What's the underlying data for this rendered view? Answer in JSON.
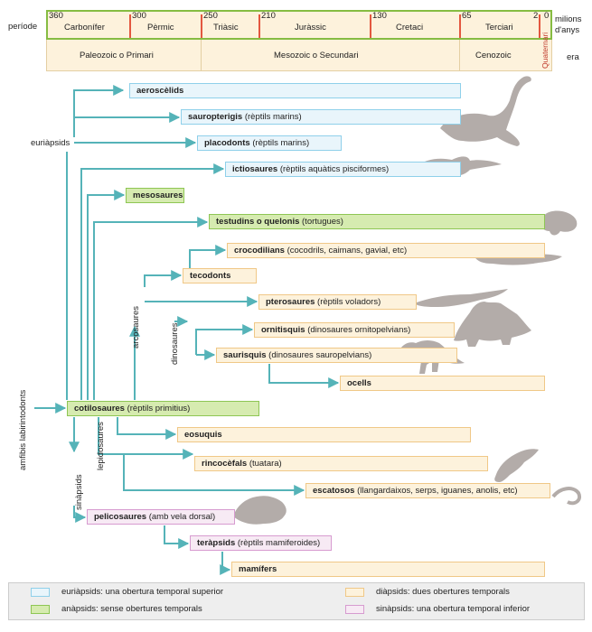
{
  "timeline": {
    "row_label_period": "període",
    "row_label_era": "era",
    "unit_label_line1": "milions",
    "unit_label_line2": "d'anys",
    "numbers": [
      "360",
      "300",
      "250",
      "210",
      "130",
      "65",
      "2",
      "0"
    ],
    "periods": [
      "Carbonífer",
      "Pèrmic",
      "Triàsic",
      "Juràssic",
      "Cretaci",
      "Terciari",
      "Quaternari"
    ],
    "eras": [
      "Paleozoic o Primari",
      "Mesozoic o Secundari",
      "Cenozoic"
    ]
  },
  "branch_labels": {
    "euriapsids": "euriàpsids",
    "sinapsids": "sinàpsids",
    "lepidosaures": "lepidosaures",
    "arcosaures": "arcosaures",
    "dinosaures": "dinosaures",
    "root": "amfibis labirintodonts"
  },
  "taxa": {
    "aeroscelids": {
      "name": "aeroscèlids",
      "note": ""
    },
    "sauropterigis": {
      "name": "sauropterigis",
      "note": "(rèptils marins)"
    },
    "placodonts": {
      "name": "placodonts",
      "note": "(rèptils marins)"
    },
    "ictiosaures": {
      "name": "ictiosaures",
      "note": "(rèptils aquàtics pisciformes)"
    },
    "mesosaures": {
      "name": "mesosaures",
      "note": ""
    },
    "testudins": {
      "name": "testudins o quelonis",
      "note": "(tortugues)"
    },
    "crocodilians": {
      "name": "crocodilians",
      "note": "(cocodrils, caimans, gavial, etc)"
    },
    "tecodonts": {
      "name": "tecodonts",
      "note": ""
    },
    "pterosaures": {
      "name": "pterosaures",
      "note": "(rèptils voladors)"
    },
    "ornitisquis": {
      "name": "ornitisquis",
      "note": "(dinosaures ornitopelvians)"
    },
    "saurisquis": {
      "name": "saurisquis",
      "note": "(dinosaures sauropelvians)"
    },
    "ocells": {
      "name": "ocells",
      "note": ""
    },
    "cotilosaures": {
      "name": "cotilosaures",
      "note": "(rèptils primitius)"
    },
    "eosuquis": {
      "name": "eosuquis",
      "note": ""
    },
    "rincocefals": {
      "name": "rincocèfals",
      "note": "(tuatara)"
    },
    "escatosos": {
      "name": "escatosos",
      "note": "(llangardaixos, serps, iguanes, anolis, etc)"
    },
    "pelicosaures": {
      "name": "pelicosaures",
      "note": "(amb vela dorsal)"
    },
    "terapsids": {
      "name": "teràpsids",
      "note": "(rèptils mamiferoides)"
    },
    "mamifers": {
      "name": "mamífers",
      "note": ""
    }
  },
  "legend": {
    "euriapsids": "euriàpsids: una obertura temporal superior",
    "anapsids": "anàpsids: sense obertures temporals",
    "diapsids": "diàpsids: dues obertures temporals",
    "sinapsids": "sinàpsids: una obertura temporal inferior"
  },
  "colors": {
    "arrow": "#55b3b8",
    "blue": "#8fd0ea",
    "green": "#8ec654",
    "orange": "#f0c887",
    "pink": "#d79bd0",
    "timeline_border": "#86bc42",
    "period_divider": "#e3573f",
    "silhouette": "#b3aca9"
  },
  "icons": [
    "plesiosaur-icon",
    "ichthyosaur-icon",
    "turtle-icon",
    "crocodile-icon",
    "pterosaur-icon",
    "stegosaurus-icon",
    "theropod-icon",
    "tuatara-icon",
    "snake-icon",
    "dimetrodon-icon"
  ]
}
